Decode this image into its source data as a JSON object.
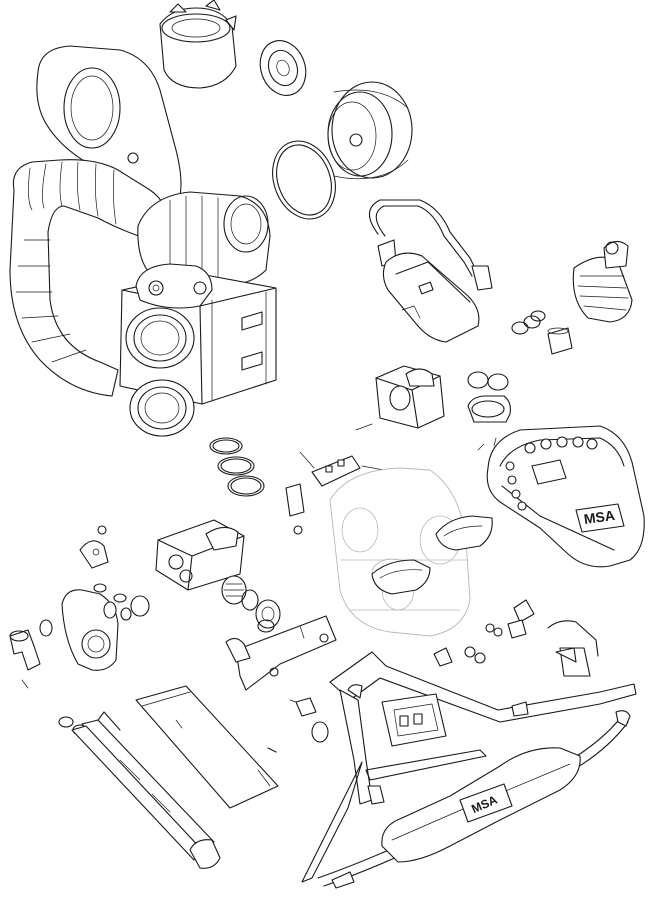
{
  "figure": {
    "brand_logo": "MSA",
    "handset_label": "MSA",
    "harness_label": "MSA"
  }
}
